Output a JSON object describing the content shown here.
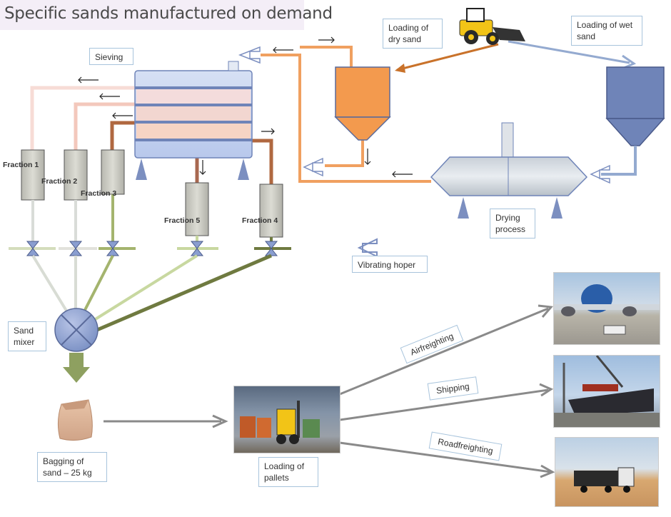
{
  "title": "Specific sands manufactured on demand",
  "labels": {
    "sieving": "Sieving",
    "loading_dry": "Loading of dry sand",
    "loading_wet": "Loading of wet sand",
    "drying": "Drying process",
    "vibrating": "Vibrating hoper",
    "mixer": "Sand mixer",
    "bagging": "Bagging of sand – 25 kg",
    "pallets": "Loading of pallets",
    "air": "Airfreighting",
    "shipping": "Shipping",
    "road": "Roadfreighting"
  },
  "fractions": [
    "Fraction 1",
    "Fraction 2",
    "Fraction 3",
    "Fraction 5",
    "Fraction 4"
  ],
  "colors": {
    "orange": "#f0a060",
    "light_pink": "#f6d0c8",
    "pink": "#eebaa8",
    "brown": "#b06840",
    "olive_light": "#c8d8a0",
    "olive": "#8ea060",
    "olive_dark": "#6f7a40",
    "blue_hopper": "#6f84b8",
    "blue_pipe": "#94aad0",
    "grey_arrow": "#8a8a8a"
  }
}
